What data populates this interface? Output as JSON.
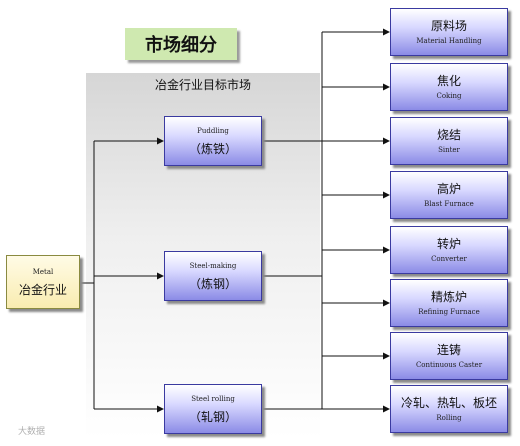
{
  "title": "市场细分",
  "panel_title": "冶金行业目标市场",
  "source": {
    "en": "Metal",
    "cn": "冶金行业"
  },
  "middle": [
    {
      "en": "Puddling",
      "cn": "（炼铁）"
    },
    {
      "en": "Steel-making",
      "cn": "（炼钢）"
    },
    {
      "en": "Steel rolling",
      "cn": "（轧钢）"
    }
  ],
  "segments": [
    {
      "cn": "原料场",
      "en": "Material Handling"
    },
    {
      "cn": "焦化",
      "en": "Coking"
    },
    {
      "cn": "烧结",
      "en": "Sinter"
    },
    {
      "cn": "高炉",
      "en": "Blast Furnace"
    },
    {
      "cn": "转炉",
      "en": "Converter"
    },
    {
      "cn": "精炼炉",
      "en": "Refining Furnace"
    },
    {
      "cn": "连铸",
      "en": "Continuous Caster"
    },
    {
      "cn": "冷轧、热轧、板坯",
      "en": "Rolling"
    }
  ],
  "watermark": "大数据"
}
